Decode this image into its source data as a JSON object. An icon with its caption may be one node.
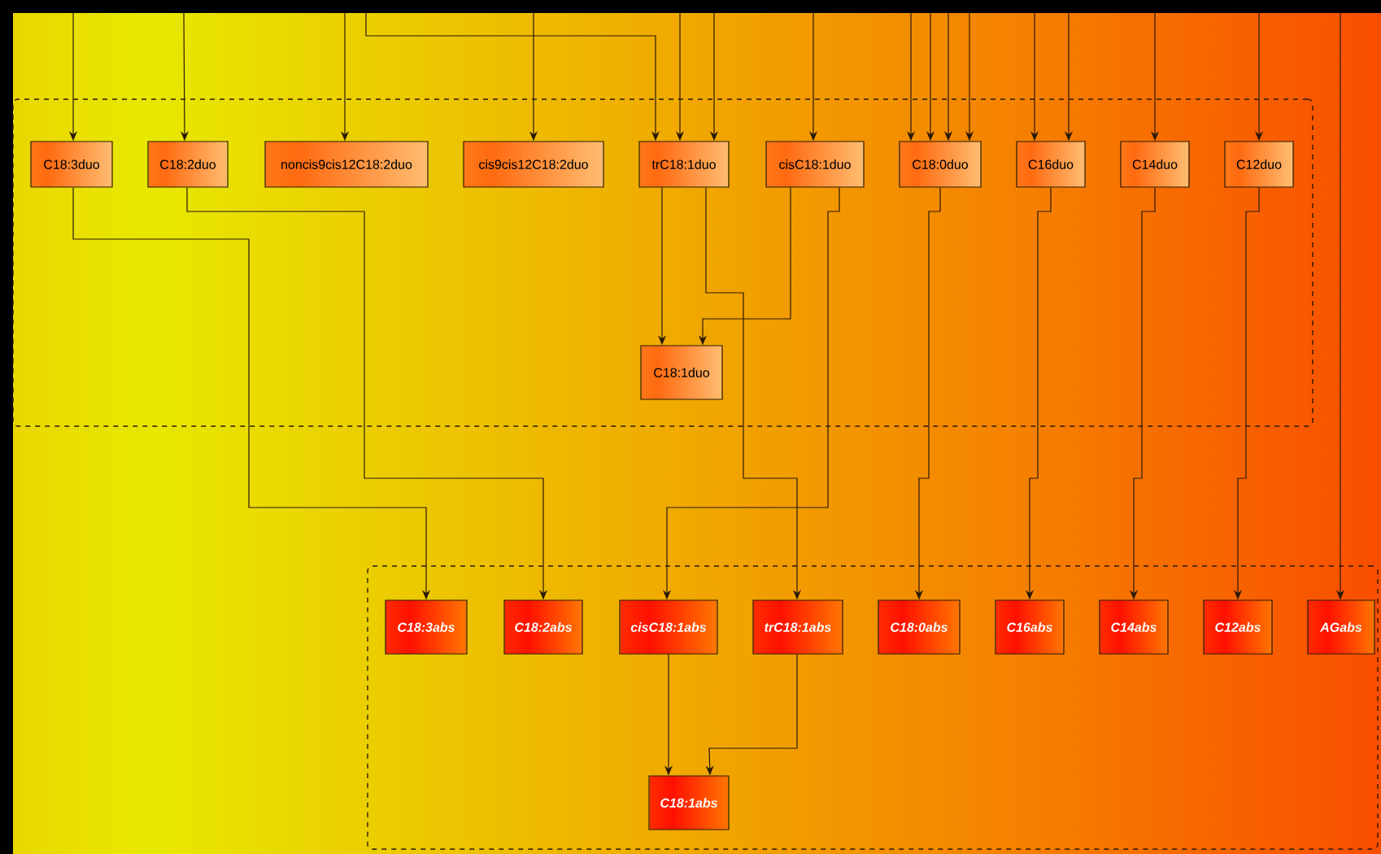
{
  "diagram": {
    "nodes": [
      {
        "text": [],
        "shape": "box"
      },
      {
        "text": [
          "C18:3duo"
        ],
        "in": 0
      },
      {
        "text": [
          "C18:2duo"
        ],
        "in": 0
      },
      {
        "text": [
          "noncis9cis12C18:2duo"
        ],
        "in": 0
      },
      {
        "text": [
          "cis9cis12C18:2duo"
        ],
        "in": 0
      },
      {
        "text": [
          "trC18:1duo"
        ],
        "in": 0
      },
      {
        "text": [
          "cisC18:1duo"
        ],
        "in": 0
      },
      {
        "text": [
          "C18:0duo"
        ],
        "in": 0
      },
      {
        "text": [
          "C16duo"
        ],
        "in": 0
      },
      {
        "text": [
          "C14duo"
        ],
        "in": 0
      },
      {
        "text": [
          "C12duo"
        ],
        "in": 0
      },
      {
        "text": [
          "C18:1duo"
        ],
        "in": 0
      },
      {
        "text": [],
        "shape": "box"
      },
      {
        "text": [
          "C18:3abs"
        ],
        "in": 12
      },
      {
        "text": [
          "C18:2abs"
        ],
        "in": 12
      },
      {
        "text": [
          "cisC18:1abs"
        ],
        "in": 12
      },
      {
        "text": [
          "trC18:1abs"
        ],
        "in": 12
      },
      {
        "text": [
          "C18:0abs"
        ],
        "in": 12
      },
      {
        "text": [
          "C16abs"
        ],
        "in": 12
      },
      {
        "text": [
          "C14abs"
        ],
        "in": 12
      },
      {
        "text": [
          "C12abs"
        ],
        "in": 12
      },
      {
        "text": [
          "AGabs"
        ],
        "in": 12
      },
      {
        "text": [
          "C18:1abs"
        ],
        "in": 12
      }
    ],
    "edges": [
      {
        "from": null,
        "to": 1,
        "arrow": "to"
      },
      {
        "from": null,
        "to": 2,
        "arrow": "to"
      },
      {
        "from": null,
        "to": 3,
        "arrow": "to"
      },
      {
        "from": null,
        "to": 4,
        "arrow": "to"
      },
      {
        "from": null,
        "to": 5,
        "arrow": "to"
      },
      {
        "from": null,
        "to": 5,
        "arrow": "to"
      },
      {
        "from": null,
        "to": 5,
        "arrow": "to"
      },
      {
        "from": null,
        "to": 6,
        "arrow": "to"
      },
      {
        "from": null,
        "to": 7,
        "arrow": "to"
      },
      {
        "from": null,
        "to": 7,
        "arrow": "to"
      },
      {
        "from": null,
        "to": 7,
        "arrow": "to"
      },
      {
        "from": null,
        "to": 7,
        "arrow": "to"
      },
      {
        "from": null,
        "to": 8,
        "arrow": "to"
      },
      {
        "from": null,
        "to": 8,
        "arrow": "to"
      },
      {
        "from": null,
        "to": 9,
        "arrow": "to"
      },
      {
        "from": null,
        "to": 10,
        "arrow": "to"
      },
      {
        "from": null,
        "to": 21,
        "arrow": "to"
      },
      {
        "from": 1,
        "to": 13,
        "arrow": "to"
      },
      {
        "from": 2,
        "to": 14,
        "arrow": "to"
      },
      {
        "from": 5,
        "to": 11,
        "arrow": "to"
      },
      {
        "from": 6,
        "to": 11,
        "arrow": "to"
      },
      {
        "from": 5,
        "to": 16,
        "arrow": "to"
      },
      {
        "from": 6,
        "to": 15,
        "arrow": "to"
      },
      {
        "from": 7,
        "to": 17,
        "arrow": "to"
      },
      {
        "from": 8,
        "to": 18,
        "arrow": "to"
      },
      {
        "from": 9,
        "to": 19,
        "arrow": "to"
      },
      {
        "from": 10,
        "to": 20,
        "arrow": "to"
      },
      {
        "from": 15,
        "to": 22,
        "arrow": "to"
      },
      {
        "from": 16,
        "to": 22,
        "arrow": "to"
      }
    ]
  }
}
